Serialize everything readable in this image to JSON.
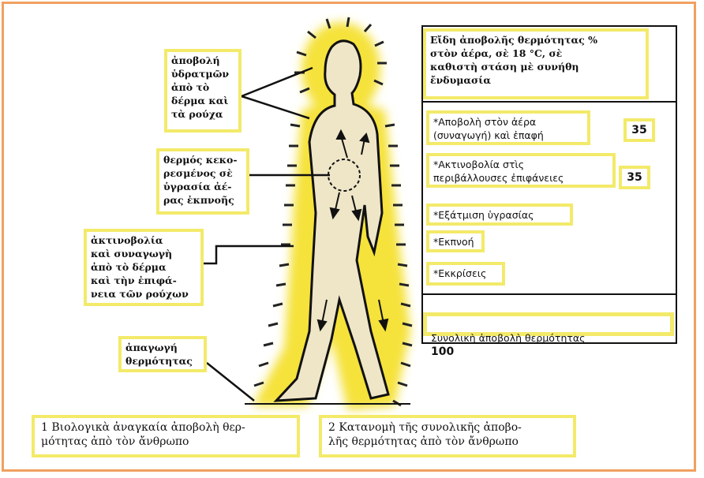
{
  "figure_left": {
    "labels": {
      "evaporation": "ἀποβολή\nὑδρατμῶν\nἀπὸ τὸ\nδέρμα καὶ\nτὰ ρούχα",
      "exhaled_air": "θερμός κεκο-\nρεσμένος σὲ\nὑγρασία ἀέ-\nρας ἐκπνοῆς",
      "radiation_convection": "ἀκτινοβολία\nκαὶ συναγωγὴ\nἀπὸ τὸ δέρμα\nκαὶ τὴν ἐπιφά-\nνεια τῶν ρούχων",
      "conduction": "ἀπαγωγή\nθερμότητας"
    },
    "caption": "1 Βιολογικὰ ἀναγκαία ἀποβολὴ θερ-\nμότητας ἀπὸ τὸν ἄνθρωπο"
  },
  "figure_right": {
    "header": "Εἴδη ἀποβολῆς θερμότητας %\nστὸν ἀέρα, σὲ 18 °C, σὲ\nκαθιστὴ στάση μὲ συνήθη\nἔνδυμασία",
    "rows": [
      {
        "label": "*Αποβολὴ στὸν ἀέρα\n(συναγωγή) καὶ ἐπαφή",
        "value": "35"
      },
      {
        "label": "*Ακτινοβολία στὶς\nπεριβάλλουσες ἐπιφάνειες",
        "value": "35"
      },
      {
        "label": "*Εξάτμιση ὑγρασίας",
        "value": ""
      },
      {
        "label": "*Εκπνοή",
        "value": ""
      },
      {
        "label": "*Εκκρίσεις",
        "value": ""
      }
    ],
    "total_label": "Συνολικὴ ἀποβολὴ θερμότητας",
    "total_value": "100",
    "caption": "2 Κατανομὴ τῆς συνολικῆς ἀποβο-\nλῆς θερμότητας ἀπὸ τὸν ἄνθρωπο"
  },
  "colors": {
    "label_border": "#f3ea6a",
    "body_glow": "#f5e23a",
    "body_fill": "#efe6c8",
    "frame": "#f0a060"
  }
}
